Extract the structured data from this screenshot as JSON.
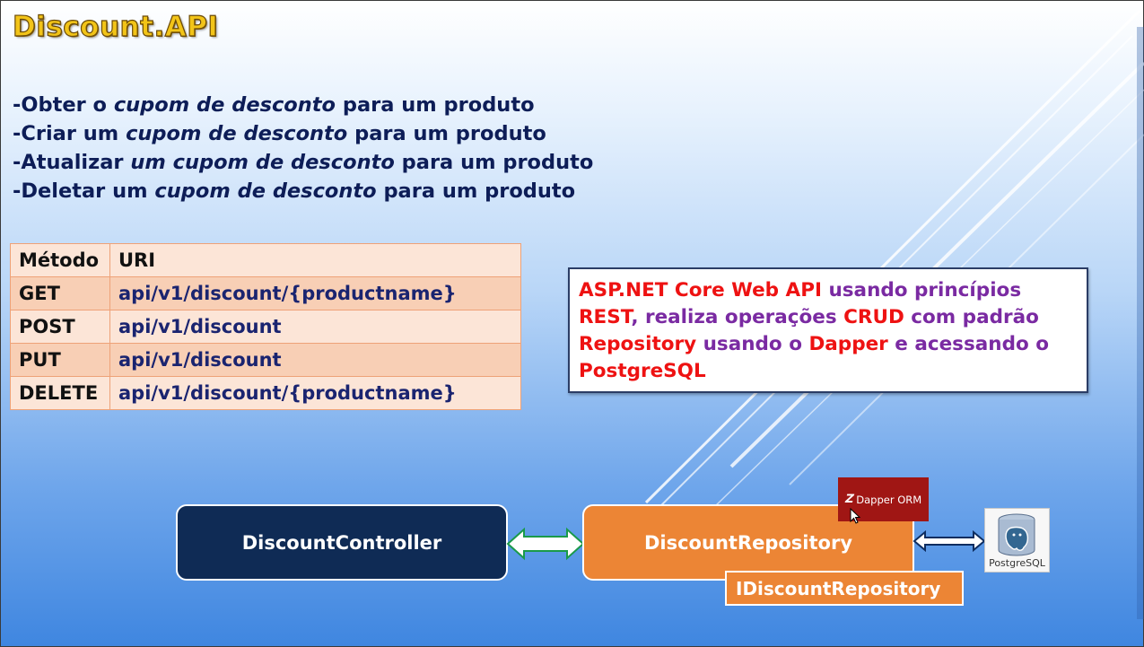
{
  "title": "Discount.API",
  "bullets": [
    {
      "pre": "-Obter o ",
      "em": "cupom de desconto",
      "post": " para um produto"
    },
    {
      "pre": "-Criar um ",
      "em": "cupom de desconto",
      "post": " para um produto"
    },
    {
      "pre": "-Atualizar ",
      "em": "um cupom de desconto",
      "post": " para um produto"
    },
    {
      "pre": "-Deletar um ",
      "em": "cupom de desconto",
      "post": " para um produto"
    }
  ],
  "table": {
    "headers": [
      "Método",
      "URI"
    ],
    "rows": [
      [
        "GET",
        "api/v1/discount/{productname}"
      ],
      [
        "POST",
        "api/v1/discount"
      ],
      [
        "PUT",
        "api/v1/discount"
      ],
      [
        "DELETE",
        "api/v1/discount/{productname}"
      ]
    ]
  },
  "infobox": {
    "segments": [
      {
        "text": "ASP.NET Core Web API",
        "color": "red"
      },
      {
        "text": " usando princípios ",
        "color": "purple"
      },
      {
        "text": "REST",
        "color": "red"
      },
      {
        "text": ", realiza operações ",
        "color": "purple"
      },
      {
        "text": "CRUD",
        "color": "red"
      },
      {
        "text": " com padrão ",
        "color": "purple"
      },
      {
        "text": "Repository",
        "color": "red"
      },
      {
        "text": " usando o ",
        "color": "purple"
      },
      {
        "text": "Dapper",
        "color": "red"
      },
      {
        "text": " e acessando o ",
        "color": "purple"
      },
      {
        "text": "PostgreSQL",
        "color": "red"
      }
    ]
  },
  "diagram": {
    "controller": "DiscountController",
    "repository": "DiscountRepository",
    "interface": "IDiscountRepository",
    "dapper_label": "Dapper ORM",
    "postgres_label": "PostgreSQL"
  },
  "colors": {
    "title": "#f2c418",
    "bullet_text": "#0d1d57",
    "controller_fill": "#0f2b55",
    "repository_fill": "#ec8535",
    "dapper_fill": "#a01614",
    "highlight_red": "#ee1212",
    "highlight_purple": "#7a2aa2"
  }
}
